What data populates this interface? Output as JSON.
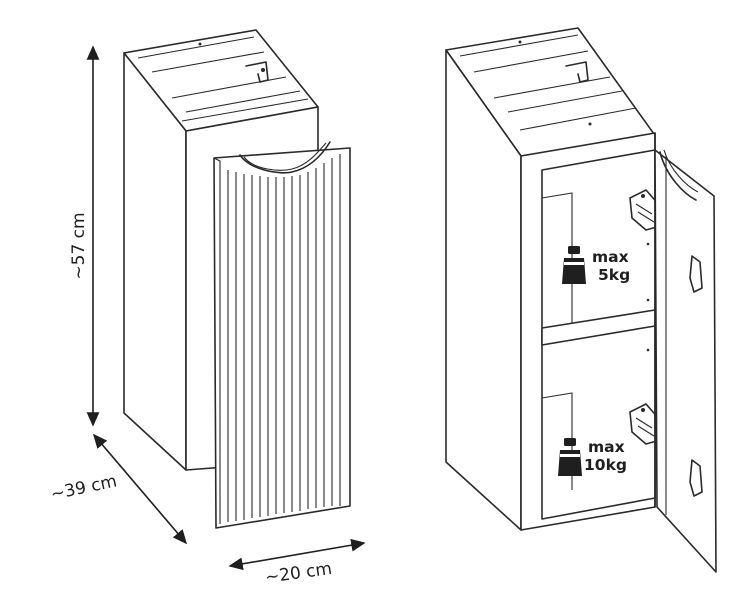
{
  "dimensions": {
    "height": "~57 cm",
    "depth": "~39 cm",
    "width": "~20 cm"
  },
  "shelf_loads": {
    "upper": {
      "line1": "max",
      "line2": "5kg"
    },
    "lower": {
      "line1": "max",
      "line2": "10kg"
    }
  },
  "icons": [
    "weight-icon"
  ],
  "colors": {
    "line": "#2a2a2a",
    "fill": "#ffffff"
  }
}
